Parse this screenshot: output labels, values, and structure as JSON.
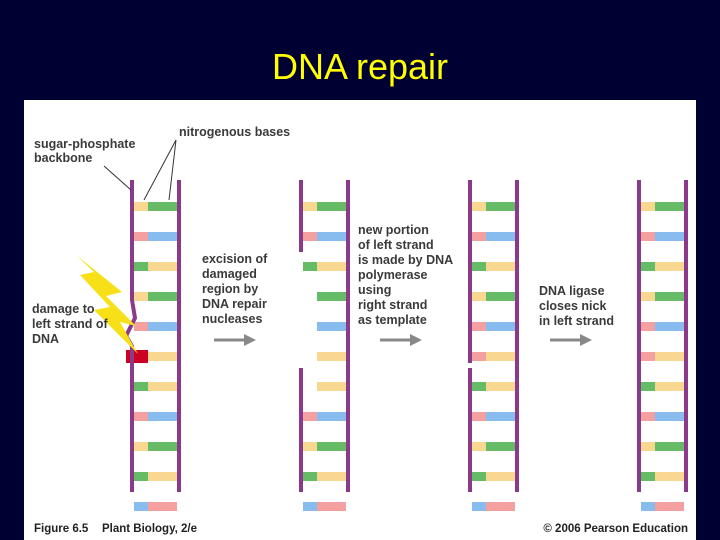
{
  "title": "DNA repair",
  "labels": {
    "backbone": [
      "sugar-phosphate",
      "backbone"
    ],
    "bases": "nitrogenous bases",
    "damage": [
      "damage to",
      "left strand of",
      "DNA"
    ],
    "step1": [
      "excision of",
      "damaged",
      "region by",
      "DNA repair",
      "nucleases"
    ],
    "step2": [
      "new portion",
      "of left strand",
      "is made by DNA",
      "polymerase",
      "using",
      "right strand",
      "as template"
    ],
    "step3": [
      "DNA ligase",
      "closes nick",
      "in left strand"
    ]
  },
  "footer": {
    "figure": "Figure 6.5",
    "book": "Plant Biology, 2/e",
    "copyright": "© 2006 Pearson Education"
  },
  "colors": {
    "background": "#000033",
    "title": "#ffff00",
    "backbone": "#8b3a8b",
    "base_green": "#66bb66",
    "base_yellow": "#f8d890",
    "base_pink": "#f4a0a0",
    "base_blue": "#88bbee",
    "damage": "#cc0022",
    "lightning": "#f7e017",
    "arrow": "#888888"
  },
  "base_pairs": [
    [
      "yellow",
      "green"
    ],
    [
      "pink",
      "blue"
    ],
    [
      "green",
      "yellow"
    ],
    [
      "yellow",
      "green"
    ],
    [
      "pink",
      "blue"
    ],
    [
      "damage",
      "yellow"
    ],
    [
      "green",
      "yellow"
    ],
    [
      "pink",
      "blue"
    ],
    [
      "yellow",
      "green"
    ],
    [
      "green",
      "yellow"
    ],
    [
      "blue",
      "pink"
    ]
  ],
  "gap_pair_indices": [
    3,
    4,
    5,
    6
  ]
}
